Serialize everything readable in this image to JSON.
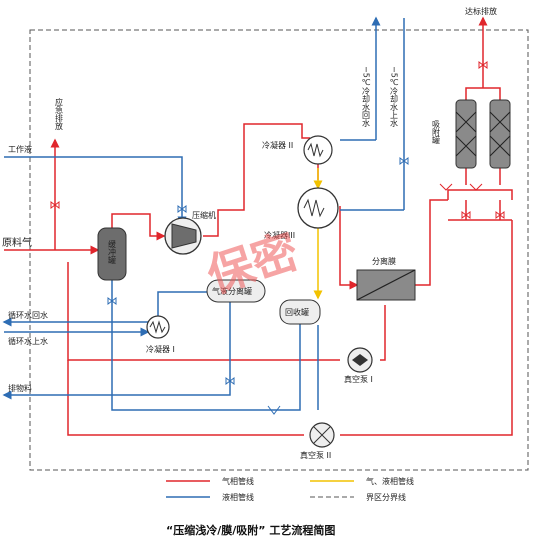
{
  "labels": {
    "top_exit": "达标排放",
    "emergency": "应急排放",
    "work_liquid": "工作液",
    "feed_gas": "原料气",
    "buffer_tank": "缓冲罐",
    "compressor": "压缩机",
    "gl_separator": "气液分离罐",
    "condenser_1": "冷凝器 I",
    "condenser_2": "冷凝器 II",
    "condenser_3": "冷凝器III",
    "recovery_tank": "回收罐",
    "membrane": "分离膜",
    "coolant_return": "−5℃冷却水回水",
    "coolant_supply": "−5℃冷却水上水",
    "adsorption_tower": "吸附罐",
    "circ_return": "循环水回水",
    "circ_supply": "循环水上水",
    "discharge": "排物料",
    "vacuum_pump_1": "真空泵 I",
    "vacuum_pump_2": "真空泵 II"
  },
  "stamp": "保密",
  "legend": {
    "gas": "气相管线",
    "gas_liquid": "气、液相管线",
    "liquid": "液相管线",
    "boundary": "界区分界线"
  },
  "caption": "“压缩浅冷/膜/吸附” 工艺流程简图",
  "colors": {
    "gas": "#e0262c",
    "liquid": "#2e6db4",
    "gas_liquid": "#f2c200",
    "boundary": "#555555"
  }
}
